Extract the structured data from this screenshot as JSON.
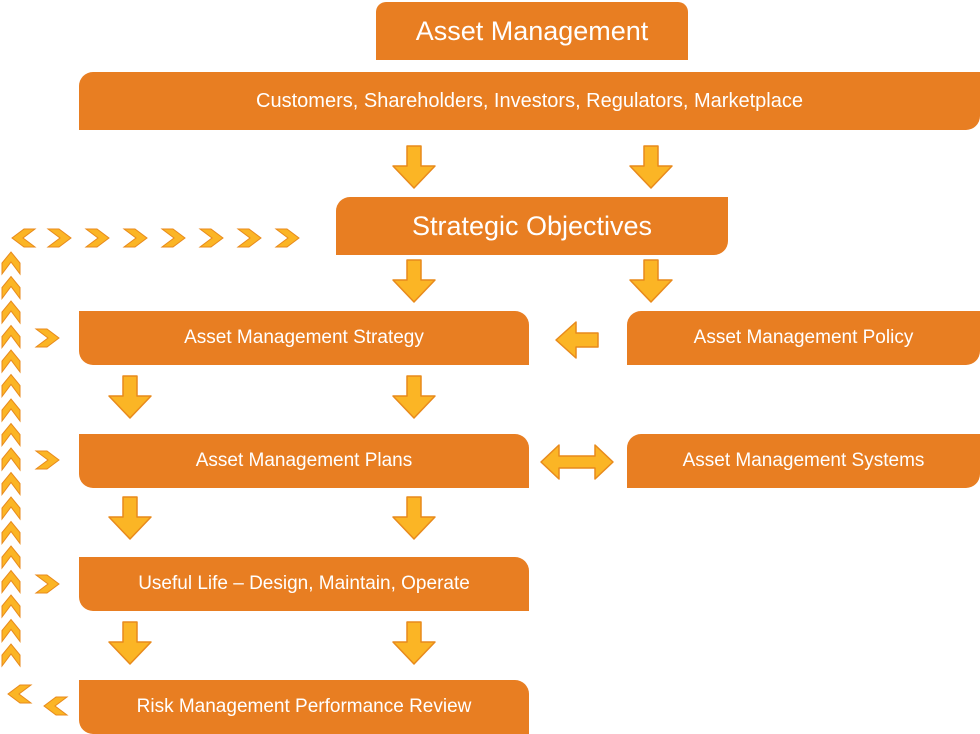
{
  "colors": {
    "box": "#E87E22",
    "arrow": "#FBB525",
    "arrow_stroke": "#E88A1C"
  },
  "boxes": {
    "title": "Asset Management",
    "stakeholders": "Customers, Shareholders, Investors, Regulators, Marketplace",
    "objectives": "Strategic Objectives",
    "strategy": "Asset Management Strategy",
    "policy": "Asset Management Policy",
    "plans": "Asset Management Plans",
    "systems": "Asset Management Systems",
    "useful_life": "Useful Life – Design, Maintain, Operate",
    "review": "Risk Management Performance Review"
  }
}
